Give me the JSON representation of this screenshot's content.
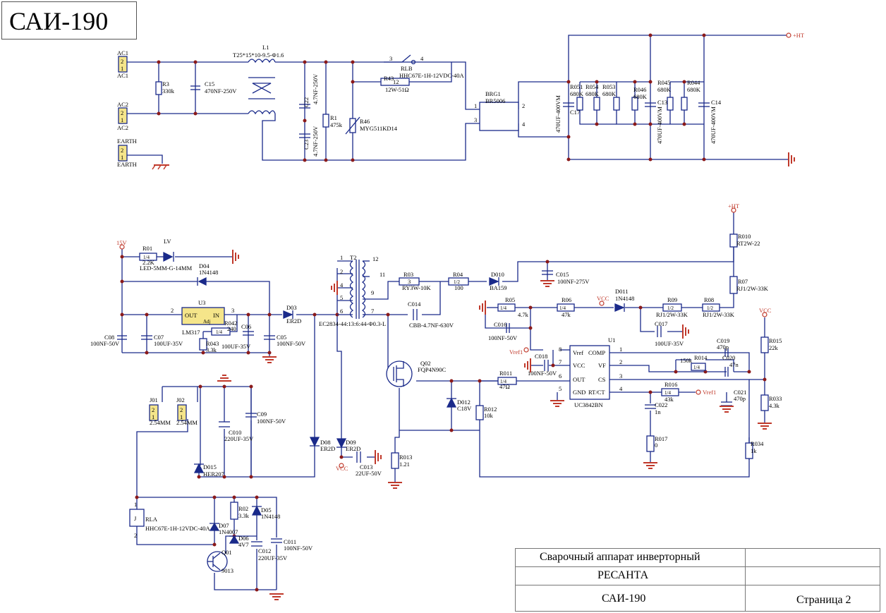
{
  "sheet_title": "САИ-190",
  "title_block": {
    "description": "Сварочный аппарат инверторный",
    "brand": "РЕСАНТА",
    "model": "САИ-190",
    "page": "Страница  2"
  },
  "labels": {
    "ac1a": "AC1",
    "ac1b": "AC1",
    "ac2a": "AC2",
    "ac2b": "AC2",
    "earth_a": "EARTH",
    "earth_b": "EARTH",
    "p2": "2",
    "p1": "1",
    "r3": "R3",
    "r3v": "330k",
    "c15": "C15",
    "c15v": "470NF-250V",
    "l1": "L1",
    "l1v": "T25*15*10-9.5-Φ1.6",
    "c22": "C22",
    "c22v": "4.7NF-250V",
    "c23": "C23",
    "c23v": "4.7NF-250V",
    "r1": "R1",
    "r1v": "475k",
    "r46": "R46",
    "r46v": "MYG511KD14",
    "rlb": "RLB",
    "rlbv": "HHC67E-1H-12VDC-40A",
    "r43": "R43",
    "r43v": "12W-51Ω",
    "r43b": "12",
    "sw3": "3",
    "sw4": "4",
    "brg1": "BRG1",
    "brg1v": "BR5006",
    "b1": "1",
    "b2": "2",
    "b3": "3",
    "b4": "4",
    "ht": "+HT",
    "r051": "R051",
    "r051v": "680K",
    "r054": "R054",
    "r054v": "680K",
    "c17": "C17",
    "c17v": "470UF-400VM",
    "r053": "R053",
    "r053v": "680K",
    "r046": "R046",
    "r046v": "680K",
    "c13": "C13",
    "c13v": "470UF-400VM",
    "r045": "R045",
    "r045v": "680K",
    "r044": "R044",
    "r044v": "680K",
    "c14": "C14",
    "c14v": "470UF-400VM",
    "v15": "15V",
    "r01": "R01",
    "r01v": "2.2K",
    "r01b": "1/4",
    "lv": "LV",
    "ledv": "LED-5MM-G-14MM",
    "d04": "D04",
    "d04v": "1N4148",
    "u3": "U3",
    "u3v": "LM317",
    "out": "OUT",
    "in": "IN",
    "adj": "Adj",
    "n2": "2",
    "n3": "3",
    "r042": "R042",
    "r042v": "240",
    "r042b": "1/4",
    "r043": "R043",
    "r043v": "3.3k",
    "c08": "C08",
    "c08v": "100NF-50V",
    "c07": "C07",
    "c07v": "100UF-35V",
    "c06": "C06",
    "c06v": "100UF-35V",
    "c05": "C05",
    "c05v": "100NF-50V",
    "d03": "D03",
    "d03v": "ER2D",
    "t2": "T2",
    "t2v": "EC2834-44:13:6:44-Φ0.3-L",
    "t1": "1",
    "t2p": "2",
    "t4": "4",
    "t5": "5",
    "t6": "6",
    "t7": "7",
    "t9": "9",
    "t11": "11",
    "t12": "12",
    "r03": "R03",
    "r03v": "RY3W-10K",
    "r03b": "3",
    "r04": "R04",
    "r04v": "100",
    "r04b": "1/2",
    "d010": "D010",
    "d010v": "BA159",
    "c015": "C015",
    "c015v": "100NF-275V",
    "ht2": "+HT",
    "r010": "R010",
    "r010v": "RT2W-22",
    "r07": "R07",
    "r07v": "RJ1/2W-33K",
    "c014": "C014",
    "c014v": "CBB-4.7NF-630V",
    "r05": "R05",
    "r05v": "4.7k",
    "r05b": "1/4",
    "r06": "R06",
    "r06v": "47k",
    "r06b": "1/4",
    "vcc1": "VCC",
    "d011": "D011",
    "d011v": "1N4148",
    "r09": "R09",
    "r09v": "RJ1/2W-33K",
    "r09b": "1/2",
    "r08": "R08",
    "r08v": "RJ1/2W-33K",
    "r08b": "1/2",
    "c016": "C016",
    "c016v": "100NF-50V",
    "c017": "C017",
    "c017v": "100UF-35V",
    "vref1": "Vref1",
    "c018": "C018",
    "c018v": "100NF-50V",
    "u1": "U1",
    "u1v": "UC3842BN",
    "vref": "Vref",
    "comp": "COMP",
    "vccp": "VCC",
    "vf": "VF",
    "outp": "OUT",
    "cs": "CS",
    "gnd": "GND",
    "rtct": "RT/CT",
    "pin8": "8",
    "pin7": "7",
    "pin6": "6",
    "pin5": "5",
    "pin1": "1",
    "pin2": "2",
    "pin3": "3",
    "pin4": "4",
    "c019": "C019",
    "c019v": "470p",
    "r014": "R014",
    "r014v": "150k",
    "r014b": "1/4",
    "c020": "C020",
    "c020v": "47n",
    "vcc2": "VCC",
    "r015": "R015",
    "r015v": "22k",
    "r016": "R016",
    "r016v": "43k",
    "r016b": "1/4",
    "vref2": "Vref1",
    "c021": "C021",
    "c021v": "470p",
    "r033": "R033",
    "r033v": "4.3k",
    "c022": "C022",
    "c022v": "1n",
    "r017": "R017",
    "r017v": "0",
    "r034": "R034",
    "r034v": "1k",
    "q02": "Q02",
    "q02v": "FQP4N90C",
    "r011": "R011",
    "r011v": "47Ω",
    "r011b": "1/4",
    "d012": "D012",
    "d012v": "C18V",
    "r012": "R012",
    "r012v": "10k",
    "r013": "R013",
    "r013v": "1.21",
    "j01": "J01",
    "j01v": "2.54MM",
    "j02": "J02",
    "j02v": "2.54MM",
    "c010": "C010",
    "c010v": "220UF-35V",
    "c09": "C09",
    "c09v": "100NF-50V",
    "d08": "D08",
    "d08v": "ER2D",
    "d09": "D09",
    "d09v": "ER2D",
    "vcc3": "VCC",
    "c013": "C013",
    "c013v": "22UF-50V",
    "d015": "D015",
    "d015v": "HER207",
    "rla": "RLA",
    "rlav": "HHC67E-1H-12VDC-40A",
    "rla_j": "J",
    "rla1": "1",
    "rla2": "2",
    "r02": "R02",
    "r02v": "3.3k",
    "d05": "D05",
    "d05v": "1N4148",
    "d07": "D07",
    "d07v": "1N4007",
    "d06": "D06",
    "d06v": "4V7",
    "c012": "C012",
    "c012v": "220UF-35V",
    "c011": "C011",
    "c011v": "100NF-50V",
    "q01": "Q01",
    "q01v": "9013"
  }
}
